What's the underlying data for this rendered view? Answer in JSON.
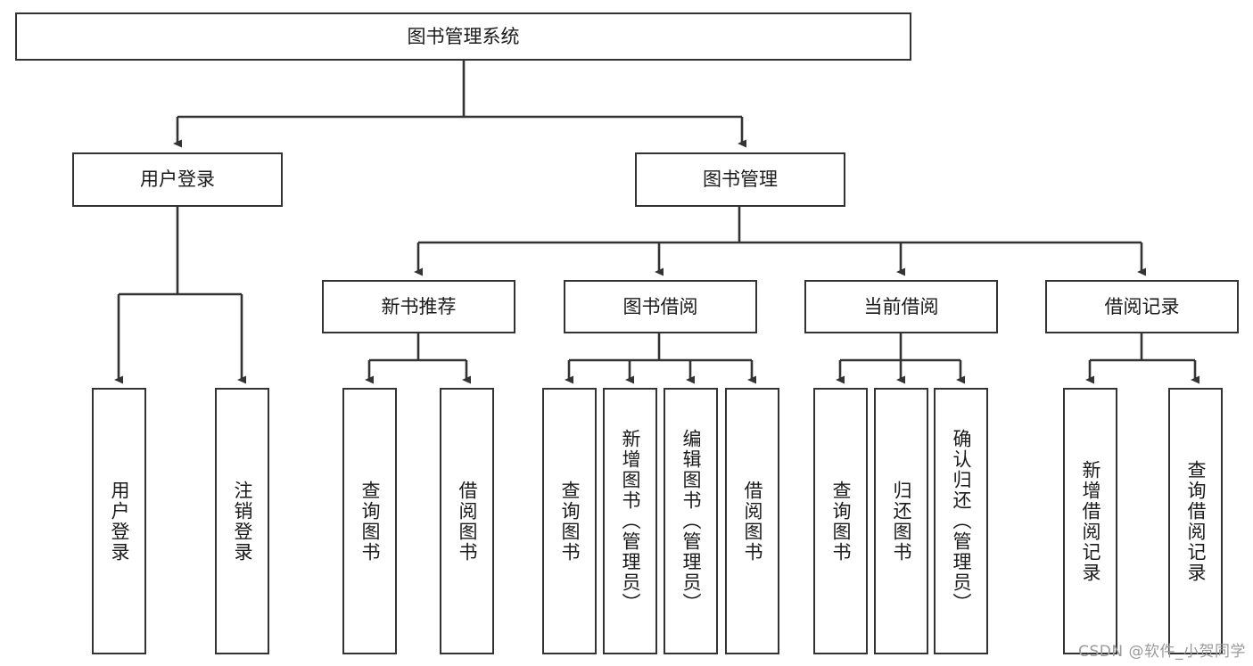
{
  "diagram": {
    "title": "图书管理系统",
    "type": "tree-hierarchy-chart",
    "colors": {
      "stroke": "#333333",
      "fill": "#ffffff",
      "text": "#1a1a1a",
      "watermark": "#9a9a9a"
    },
    "nodes": {
      "root": {
        "label": "图书管理系统"
      },
      "level2": [
        {
          "label": "用户登录"
        },
        {
          "label": "图书管理"
        }
      ],
      "level3": [
        {
          "label": "新书推荐"
        },
        {
          "label": "图书借阅"
        },
        {
          "label": "当前借阅"
        },
        {
          "label": "借阅记录"
        }
      ],
      "leaves_user_login": [
        {
          "label": "用户登录"
        },
        {
          "label": "注销登录"
        }
      ],
      "leaves_new_book": [
        {
          "label": "查询图书"
        },
        {
          "label": "借阅图书"
        }
      ],
      "leaves_borrow": [
        {
          "label": "查询图书"
        },
        {
          "label": "新增图书（管理员）"
        },
        {
          "label": "编辑图书（管理员）"
        },
        {
          "label": "借阅图书"
        }
      ],
      "leaves_current": [
        {
          "label": "查询图书"
        },
        {
          "label": "归还图书"
        },
        {
          "label": "确认归还（管理员）"
        }
      ],
      "leaves_records": [
        {
          "label": "新增借阅记录"
        },
        {
          "label": "查询借阅记录"
        }
      ]
    },
    "watermark": "CSDN @软件_小贺同学"
  }
}
